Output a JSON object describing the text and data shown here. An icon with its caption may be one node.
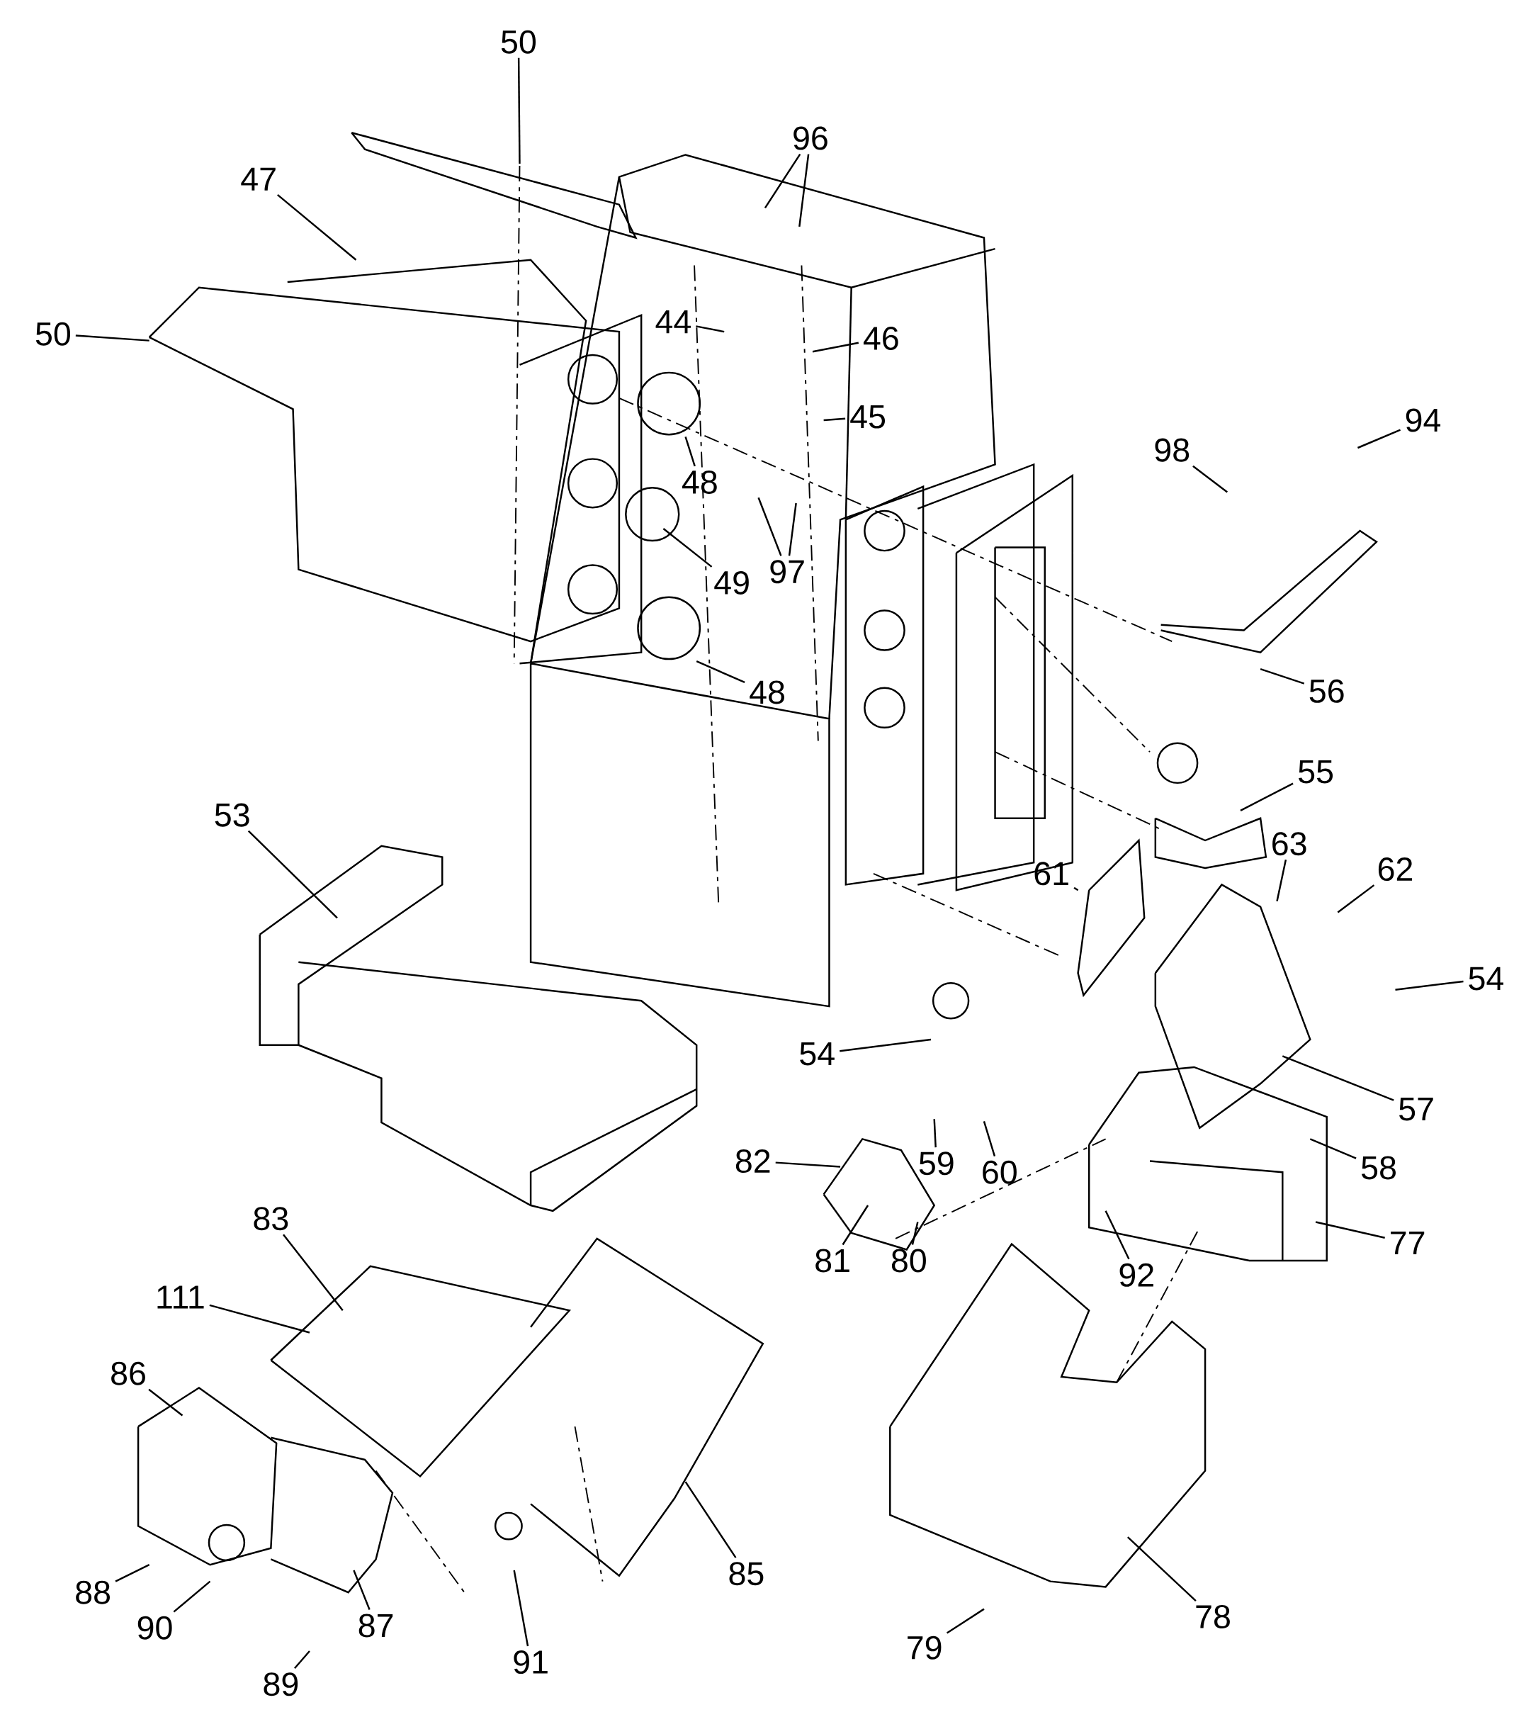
{
  "diagram": {
    "nodes": [
      {
        "text": [
          "50"
        ]
      },
      {
        "text": [
          "96"
        ]
      },
      {
        "text": [
          "47"
        ]
      },
      {
        "text": [
          "50"
        ]
      },
      {
        "text": [
          "44"
        ]
      },
      {
        "text": [
          "46"
        ]
      },
      {
        "text": [
          "45"
        ]
      },
      {
        "text": [
          "94"
        ]
      },
      {
        "text": [
          "98"
        ]
      },
      {
        "text": [
          "48"
        ]
      },
      {
        "text": [
          "97"
        ]
      },
      {
        "text": [
          "49"
        ]
      },
      {
        "text": [
          "48"
        ]
      },
      {
        "text": [
          "56"
        ]
      },
      {
        "text": [
          "55"
        ]
      },
      {
        "text": [
          "53"
        ]
      },
      {
        "text": [
          "63"
        ]
      },
      {
        "text": [
          "62"
        ]
      },
      {
        "text": [
          "61"
        ]
      },
      {
        "text": [
          "54"
        ]
      },
      {
        "text": [
          "54"
        ]
      },
      {
        "text": [
          "57"
        ]
      },
      {
        "text": [
          "58"
        ]
      },
      {
        "text": [
          "82"
        ]
      },
      {
        "text": [
          "59"
        ]
      },
      {
        "text": [
          "60"
        ]
      },
      {
        "text": [
          "77"
        ]
      },
      {
        "text": [
          "81"
        ]
      },
      {
        "text": [
          "80"
        ]
      },
      {
        "text": [
          "92"
        ]
      },
      {
        "text": [
          "83"
        ]
      },
      {
        "text": [
          "111"
        ]
      },
      {
        "text": [
          "86"
        ]
      },
      {
        "text": [
          "85"
        ]
      },
      {
        "text": [
          "78"
        ]
      },
      {
        "text": [
          "88"
        ]
      },
      {
        "text": [
          "90"
        ]
      },
      {
        "text": [
          "87"
        ]
      },
      {
        "text": [
          "79"
        ]
      },
      {
        "text": [
          "89"
        ]
      },
      {
        "text": [
          "91"
        ]
      }
    ],
    "edges": [
      {
        "from": 0,
        "to": null,
        "arrow": "none"
      },
      {
        "from": 1,
        "to": null,
        "arrow": "none"
      },
      {
        "from": 1,
        "to": null,
        "arrow": "none"
      },
      {
        "from": 2,
        "to": null,
        "arrow": "none"
      },
      {
        "from": 3,
        "to": null,
        "arrow": "none"
      },
      {
        "from": 4,
        "to": null,
        "arrow": "none"
      },
      {
        "from": 5,
        "to": null,
        "arrow": "none"
      },
      {
        "from": 6,
        "to": null,
        "arrow": "none"
      },
      {
        "from": 7,
        "to": null,
        "arrow": "none"
      },
      {
        "from": 8,
        "to": null,
        "arrow": "none"
      },
      {
        "from": 9,
        "to": null,
        "arrow": "none"
      },
      {
        "from": 10,
        "to": null,
        "arrow": "none"
      },
      {
        "from": 10,
        "to": null,
        "arrow": "none"
      },
      {
        "from": 11,
        "to": null,
        "arrow": "none"
      },
      {
        "from": 12,
        "to": null,
        "arrow": "none"
      },
      {
        "from": 13,
        "to": null,
        "arrow": "none"
      },
      {
        "from": 14,
        "to": null,
        "arrow": "none"
      },
      {
        "from": 15,
        "to": null,
        "arrow": "none"
      },
      {
        "from": 16,
        "to": null,
        "arrow": "none"
      },
      {
        "from": 17,
        "to": null,
        "arrow": "none"
      },
      {
        "from": 18,
        "to": null,
        "arrow": "none"
      },
      {
        "from": 19,
        "to": null,
        "arrow": "none"
      },
      {
        "from": 20,
        "to": null,
        "arrow": "none"
      },
      {
        "from": 21,
        "to": null,
        "arrow": "none"
      },
      {
        "from": 22,
        "to": null,
        "arrow": "none"
      },
      {
        "from": 23,
        "to": null,
        "arrow": "none"
      },
      {
        "from": 24,
        "to": null,
        "arrow": "none"
      },
      {
        "from": 25,
        "to": null,
        "arrow": "none"
      },
      {
        "from": 26,
        "to": null,
        "arrow": "none"
      },
      {
        "from": 27,
        "to": null,
        "arrow": "none"
      },
      {
        "from": 28,
        "to": null,
        "arrow": "none"
      },
      {
        "from": 29,
        "to": null,
        "arrow": "none"
      },
      {
        "from": 30,
        "to": null,
        "arrow": "none"
      },
      {
        "from": 31,
        "to": null,
        "arrow": "none"
      },
      {
        "from": 32,
        "to": null,
        "arrow": "none"
      },
      {
        "from": 33,
        "to": null,
        "arrow": "none"
      },
      {
        "from": 34,
        "to": null,
        "arrow": "none"
      },
      {
        "from": 35,
        "to": null,
        "arrow": "none"
      },
      {
        "from": 36,
        "to": null,
        "arrow": "none"
      },
      {
        "from": 37,
        "to": null,
        "arrow": "none"
      },
      {
        "from": 38,
        "to": null,
        "arrow": "none"
      },
      {
        "from": 39,
        "to": null,
        "arrow": "none"
      },
      {
        "from": 40,
        "to": null,
        "arrow": "none"
      }
    ]
  }
}
